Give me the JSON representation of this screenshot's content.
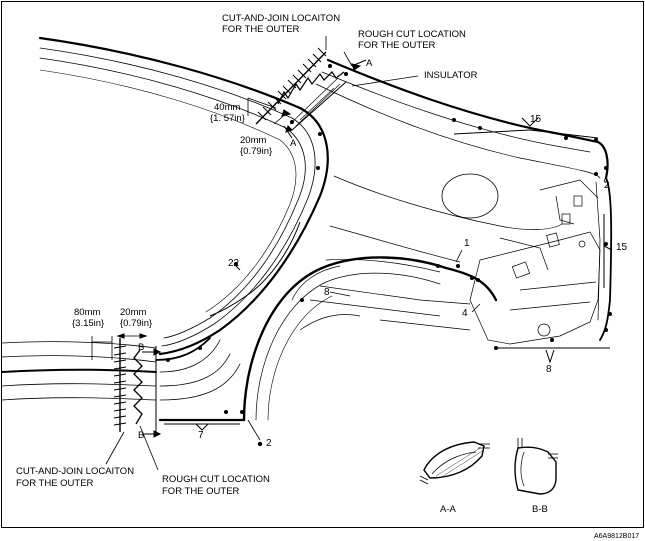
{
  "labels": {
    "cut_join_top_1": "CUT-AND-JOIN LOCAITON",
    "cut_join_top_2": "FOR THE OUTER",
    "rough_cut_top_1": "ROUGH CUT LOCATION",
    "rough_cut_top_2": "FOR THE OUTER",
    "insulator": "INSULATOR",
    "dim_40mm": "40mm",
    "dim_40in": "{1. 57in}",
    "dim_20mm_top": "20mm",
    "dim_20in_top": "{0.79in}",
    "dim_80mm": "80mm",
    "dim_80in": "{3.15in}",
    "dim_20mm_bottom": "20mm",
    "dim_20in_bottom": "{0.79in}",
    "cut_join_bottom_1": "CUT-AND-JOIN LOCAITON",
    "cut_join_bottom_2": "FOR THE OUTER",
    "rough_cut_bottom_1": "ROUGH CUT LOCATION",
    "rough_cut_bottom_2": "FOR THE OUTER",
    "section_a_top": "A",
    "section_a_bottom": "A",
    "section_b_top": "B",
    "section_b_bottom": "B"
  },
  "callouts": {
    "c15_top": "15",
    "c15_right": "15",
    "c2_right": "2",
    "c1": "1",
    "c22": "22",
    "c8_inner": "8",
    "c4": "4",
    "c8_bottom": "8",
    "c7": "7",
    "c2_bottom": "2"
  },
  "sections": {
    "aa": "A-A",
    "bb": "B-B"
  },
  "figure_code": "A6A9812B017"
}
